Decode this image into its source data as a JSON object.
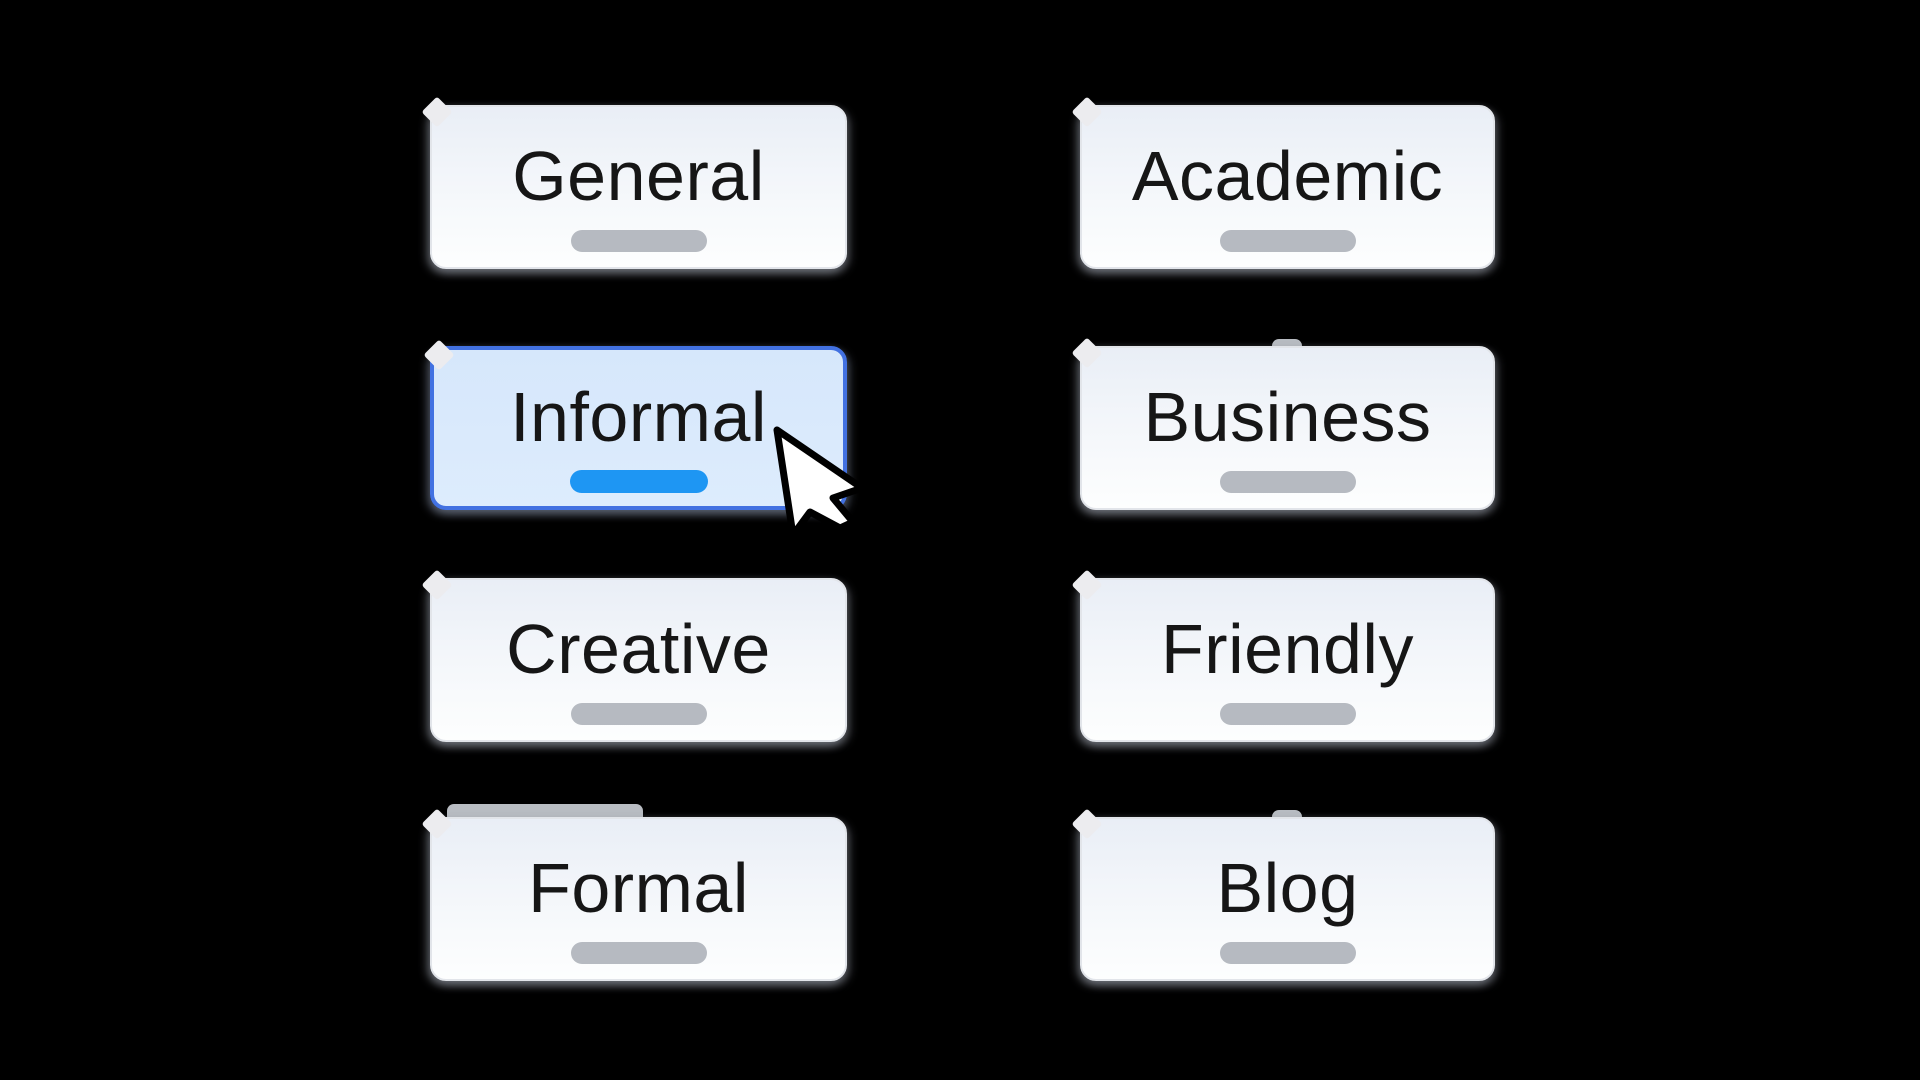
{
  "tone_selector": {
    "selected_tone": "Informal",
    "columns": [
      {
        "items": [
          {
            "label": "General",
            "selected": false
          },
          {
            "label": "Informal",
            "selected": true
          },
          {
            "label": "Creative",
            "selected": false
          },
          {
            "label": "Formal",
            "selected": false
          }
        ]
      },
      {
        "items": [
          {
            "label": "Academic",
            "selected": false
          },
          {
            "label": "Business",
            "selected": false
          },
          {
            "label": "Friendly",
            "selected": false
          },
          {
            "label": "Blog",
            "selected": false
          }
        ]
      }
    ]
  },
  "colors": {
    "background": "#000000",
    "card_gradient_top": "#e9eef6",
    "card_gradient_bottom": "#fdfefe",
    "selected_border": "#4271e1",
    "selected_fill": "#d9e9fc",
    "selected_pill": "#1e96f3",
    "pill_gray": "#b6bac1",
    "text": "#161616"
  },
  "icons": {
    "cursor": "arrow-pointer-icon"
  }
}
